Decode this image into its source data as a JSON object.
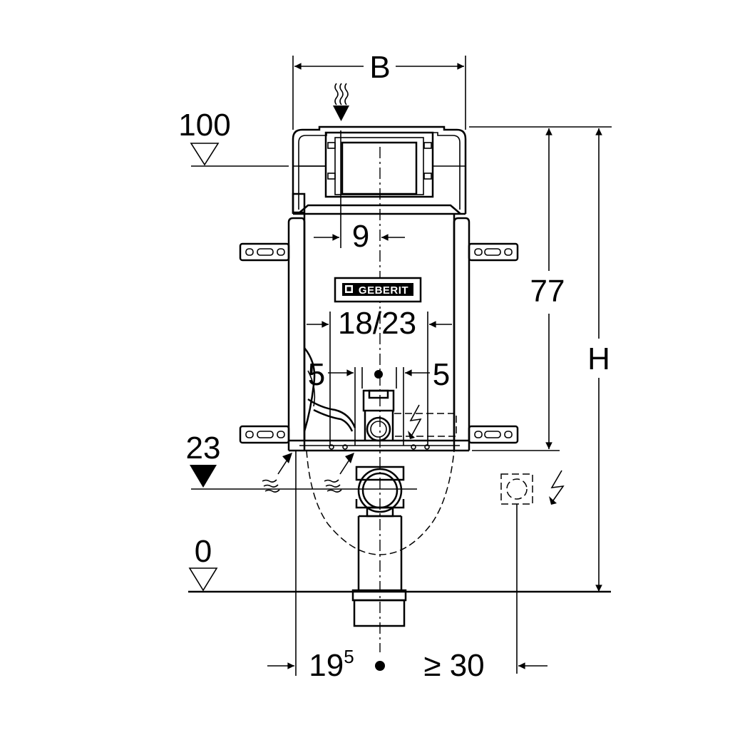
{
  "brand": "GEBERIT",
  "dimensions": {
    "width_label": "B",
    "height_label": "H",
    "height_frame": "77",
    "flush_pipe": "9",
    "inlet_range": "18/23",
    "offset_left": "5",
    "offset_right": "5",
    "bottom_left_base": "19",
    "bottom_left_sup": "5",
    "bottom_right": "≥ 30"
  },
  "levels": {
    "top": "100",
    "inlet": "23",
    "floor": "0"
  },
  "icons": [
    "water-supply-icon",
    "electric-icon",
    "dimension-arrow-icon",
    "level-marker-icon"
  ]
}
